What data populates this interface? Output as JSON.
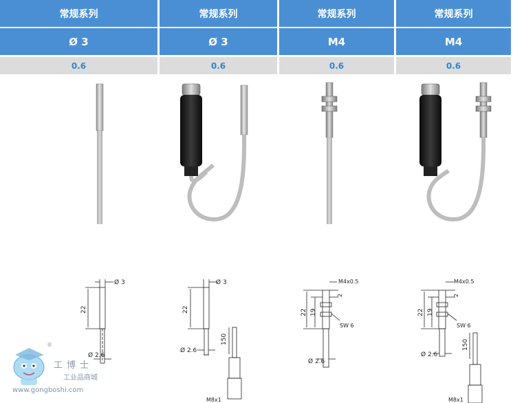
{
  "header": {
    "series": [
      "常规系列",
      "常规系列",
      "常规系列",
      "常规系列"
    ],
    "sizes": [
      "Ø 3",
      "Ø 3",
      "M4",
      "M4"
    ],
    "values": [
      "0.6",
      "0.6",
      "0.6",
      "0.6"
    ]
  },
  "dims": {
    "d3": "Ø 3",
    "d26": "Ø 2.6",
    "l22": "22",
    "l19": "19",
    "l150": "150",
    "l2": "2",
    "m4": "M4x0.5",
    "sw6": "SW 6",
    "m8": "M8x1"
  },
  "watermark": {
    "reg": "®",
    "brand": "工博士",
    "sub": "工业品商城",
    "url": "www.gongboshi.com"
  }
}
